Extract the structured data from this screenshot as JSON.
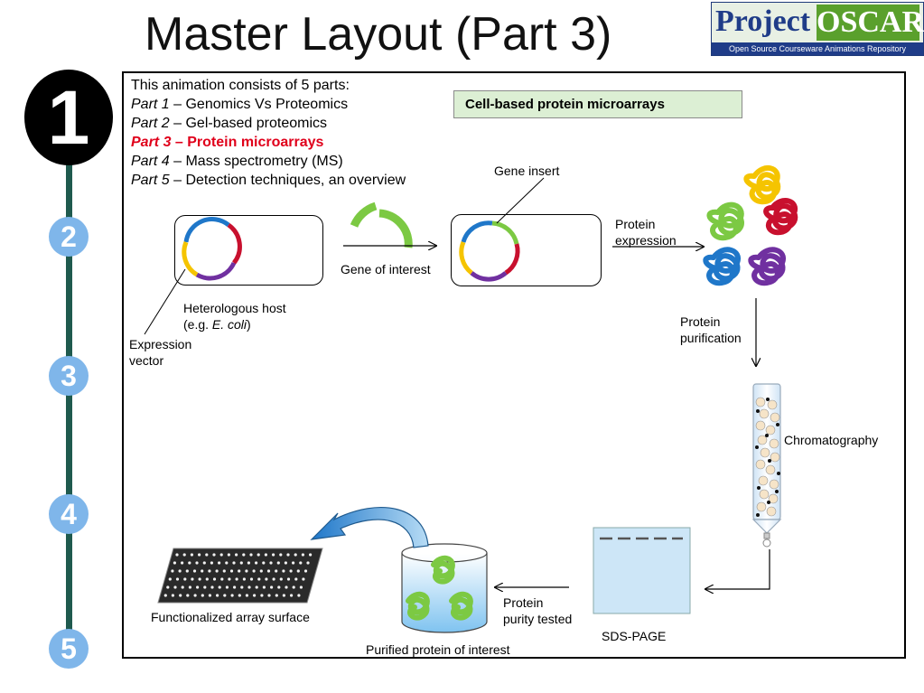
{
  "title": "Master Layout (Part 3)",
  "logo": {
    "word1": "Project",
    "word2": "OSCAR",
    "tagline": "Open Source Courseware Animations Repository"
  },
  "steps": [
    "1",
    "2",
    "3",
    "4",
    "5"
  ],
  "intro": "This animation consists of 5 parts:",
  "parts": [
    {
      "num": "Part 1",
      "text": " – Genomics Vs Proteomics"
    },
    {
      "num": "Part 2",
      "text": " – Gel-based proteomics"
    },
    {
      "num": "Part 3",
      "text": " – Protein microarrays"
    },
    {
      "num": "Part 4",
      "text": " – Mass spectrometry (MS)"
    },
    {
      "num": "Part 5",
      "text": " – Detection techniques, an overview"
    }
  ],
  "banner": "Cell-based protein microarrays",
  "labels": {
    "gene_insert": "Gene insert",
    "gene_of_interest": "Gene of interest",
    "protein_expression_1": "Protein",
    "protein_expression_2": "expression",
    "host_1": "Heterologous host",
    "host_2_pre": "(e.g. ",
    "host_2_italic": "E. coli",
    "host_2_post": ")",
    "vector_1": "Expression",
    "vector_2": "vector",
    "purification_1": "Protein",
    "purification_2": "purification",
    "chromatography": "Chromatography",
    "array_surface": "Functionalized array surface",
    "purity_1": "Protein",
    "purity_2": "purity tested",
    "sds_page": "SDS-PAGE",
    "purified": "Purified protein of interest"
  },
  "colors": {
    "plasmid_blue": "#1f77c9",
    "plasmid_red": "#c8102e",
    "plasmid_purple": "#7030a0",
    "plasmid_yellow": "#f5c400",
    "gene_green": "#7cc943",
    "highlight_red": "#e0001b",
    "step_blue": "#7fb6ea",
    "timeline": "#1f5a4e"
  }
}
